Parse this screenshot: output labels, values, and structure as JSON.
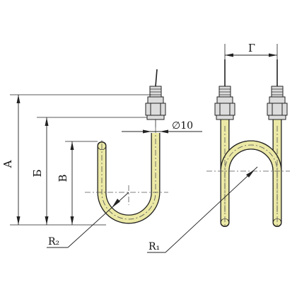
{
  "labels": {
    "dim_a": "A",
    "dim_b": "Б",
    "dim_v": "В",
    "dim_g": "Г",
    "diameter": "∅10",
    "radius_small": "R₂",
    "radius_large": "R₁"
  },
  "colors": {
    "tube": "#ece9a6",
    "metal": "#dcdcdc",
    "outline": "#222222"
  }
}
